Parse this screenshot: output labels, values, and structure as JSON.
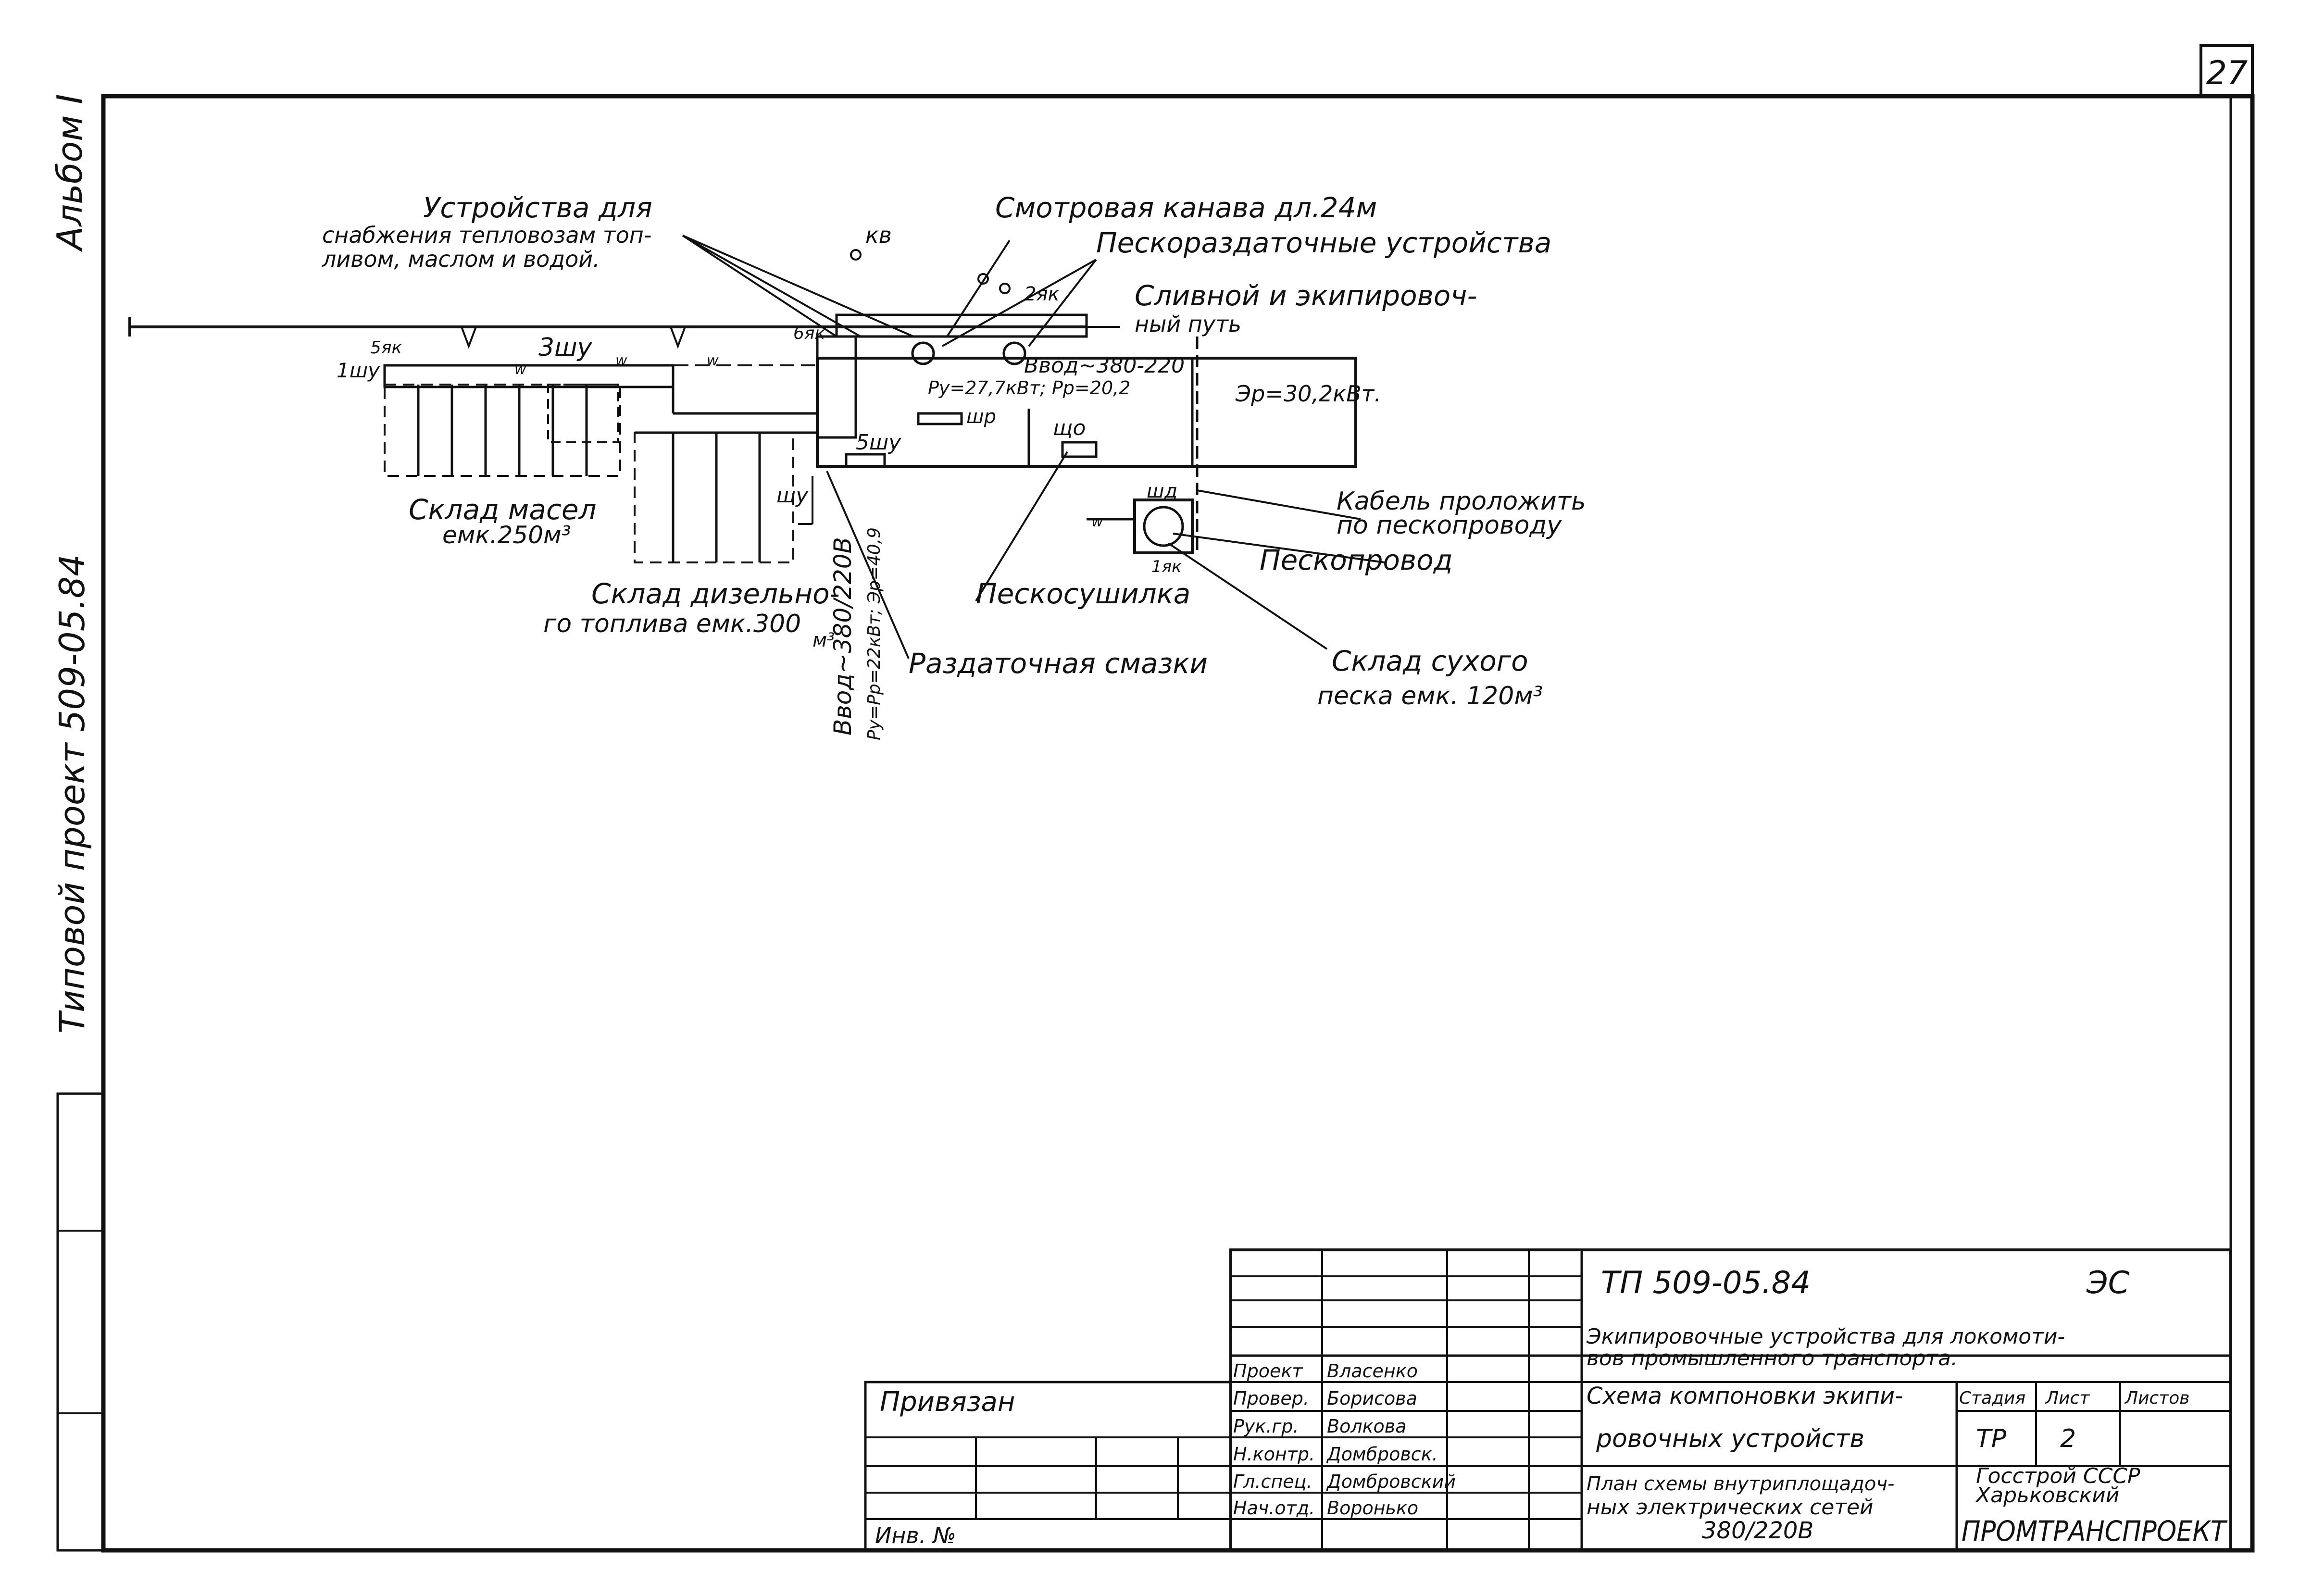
{
  "page_number": "27",
  "side": {
    "album": "Альбом I",
    "project": "Типовой проект 509-05.84"
  },
  "labels": {
    "supply_devices_1": "Устройства для",
    "supply_devices_2": "снабжения тепловозам топ-",
    "supply_devices_3": "ливом, маслом и водой.",
    "inspection_pit": "Смотровая канава дл.24м",
    "sand_devices": "Пескораздаточные устройства",
    "kv": "кв",
    "drain_track_1": "Сливной и экипировоч-",
    "drain_track_2": "ный путь",
    "dev_2yak": "2як",
    "dev_6yak": "6як",
    "dev_5yak": "5як",
    "dev_1shu": "1шу",
    "dev_3shu": "3шу",
    "dev_shu": "шу",
    "dev_5shu": "5шу",
    "dev_shr": "шр",
    "dev_shche": "що",
    "dev_shd": "шд",
    "dev_1yak": "1як",
    "w": "w",
    "vvod_top": "Ввод~380-220",
    "power_top": "Ру=27,7кВт; Рр=20,2",
    "power_right": "Эр=30,2кВт.",
    "cable_1": "Кабель проложить",
    "cable_2": "по пескопроводу",
    "sand_pipe": "Пескопровод",
    "sand_dryer": "Пескосушилка",
    "oil_store_1": "Склад масел",
    "oil_store_2": "емк.250м³",
    "diesel_store_1": "Склад дизельно-",
    "diesel_store_2": "го топлива емк.300",
    "diesel_store_3": "м³",
    "vvod_vert": "Ввод~380/220В",
    "power_vert": "Ру=Рр=22кВт; Эр=40,9",
    "dispensing": "Раздаточная смазки",
    "dry_sand_1": "Склад сухого",
    "dry_sand_2": "песка емк. 120м³"
  },
  "title_block": {
    "doc_code": "ТП 509-05.84",
    "mark": "ЭС",
    "title_1": "Экипировочные устройства для локомоти-",
    "title_2": "вов промышленного транспорта.",
    "sheet_title_1": "Схема компоновки экипи-",
    "sheet_title_2": "ровочных устройств",
    "sheet_title_3": "План схемы внутриплощадоч-",
    "sheet_title_4": "ных электрических сетей",
    "sheet_title_5": "380/220В",
    "stage_h": "Стадия",
    "sheet_h": "Лист",
    "sheets_h": "Листов",
    "stage": "ТР",
    "sheet": "2",
    "org_1": "Госстрой СССР",
    "org_2": "Харьковский",
    "org_3": "ПРОМТРАНСПРОЕКТ",
    "privyazan": "Привязан",
    "inv": "Инв. №",
    "roles": [
      "Проект",
      "Провер.",
      "Рук.гр.",
      "Н.контр.",
      "Гл.спец.",
      "Нач.отд."
    ],
    "names": [
      "Власенко",
      "Борисова",
      "Волкова",
      "Домбровск.",
      "Домбровский",
      "Воронько"
    ]
  }
}
